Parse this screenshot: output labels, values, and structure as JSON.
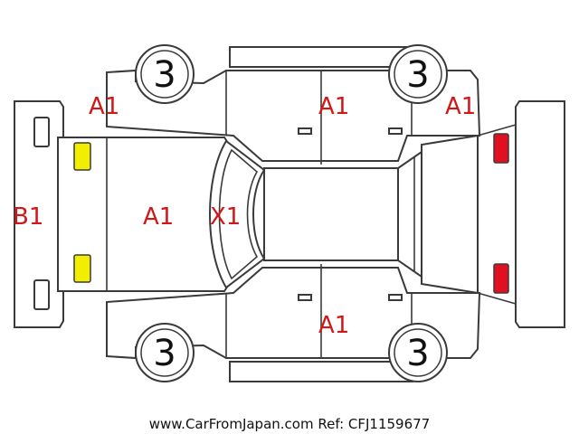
{
  "colors": {
    "damage_code": "#d01818",
    "front_lamp": "#f2ee00",
    "rear_lamp": "#e01020",
    "outline": "#3a3a3a"
  },
  "wheels": {
    "front_left": "3",
    "rear_left": "3",
    "front_right": "3",
    "rear_right": "3"
  },
  "damage_codes": {
    "front_bumper": "B1",
    "hood": "A1",
    "front_left_fender": "A1",
    "windshield": "X1",
    "left_doors": "A1",
    "rear_left_quarter": "A1",
    "right_doors": "A1"
  },
  "watermark": "www.CarFromJapan.com Ref: CFJ1159677"
}
